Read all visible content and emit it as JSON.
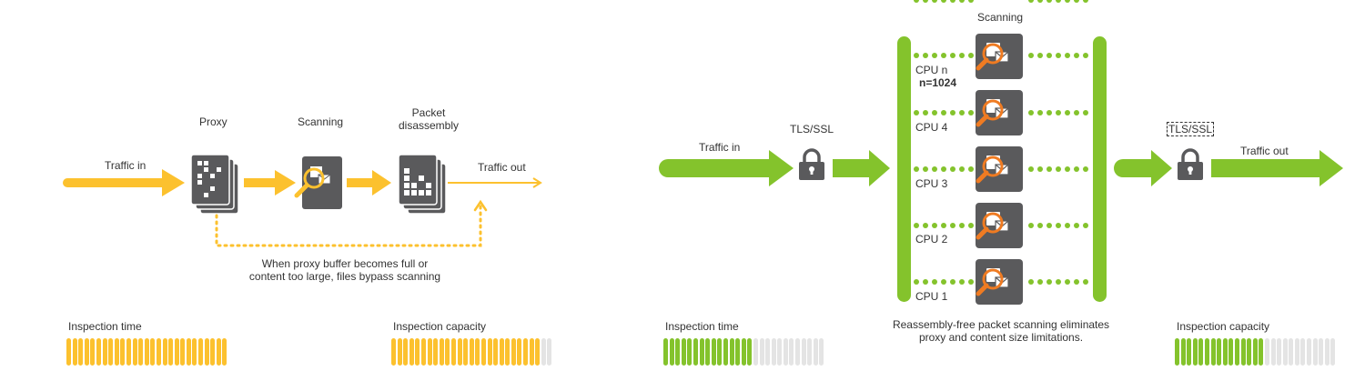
{
  "colors": {
    "yellow": "#fcc12e",
    "green": "#84c32c",
    "tile": "#5a5a5c",
    "orange": "#ef7b22",
    "meter_empty": "#e4e4e4"
  },
  "left": {
    "traffic_in": "Traffic in",
    "proxy": "Proxy",
    "scanning": "Scanning",
    "packet_disassembly_line1": "Packet",
    "packet_disassembly_line2": "disassembly",
    "traffic_out": "Traffic out",
    "bypass_note_line1": "When proxy buffer becomes full or",
    "bypass_note_line2": "content too large, files bypass scanning",
    "inspection_time": {
      "label": "Inspection time",
      "level": 1.0
    },
    "inspection_capacity": {
      "label": "Inspection capacity",
      "level": 0.94
    }
  },
  "right": {
    "traffic_in": "Traffic in",
    "tls_ssl_in": "TLS/SSL",
    "scanning": "Scanning",
    "tls_ssl_out": "TLS/SSL",
    "traffic_out": "Traffic out",
    "cpu_n": "CPU n",
    "cpu_n_count": "n=1024",
    "cpus": [
      "CPU 4",
      "CPU 3",
      "CPU 2",
      "CPU 1"
    ],
    "note_line1": "Reassembly-free packet scanning eliminates",
    "note_line2": "proxy and content size limitations.",
    "inspection_time": {
      "label": "Inspection time",
      "level": 0.55
    },
    "inspection_capacity": {
      "label": "Inspection capacity",
      "level": 0.55
    }
  },
  "icons": [
    "arrow-icon",
    "document-stack-icon",
    "magnifier-icon",
    "envelope-icon",
    "padlock-icon"
  ]
}
